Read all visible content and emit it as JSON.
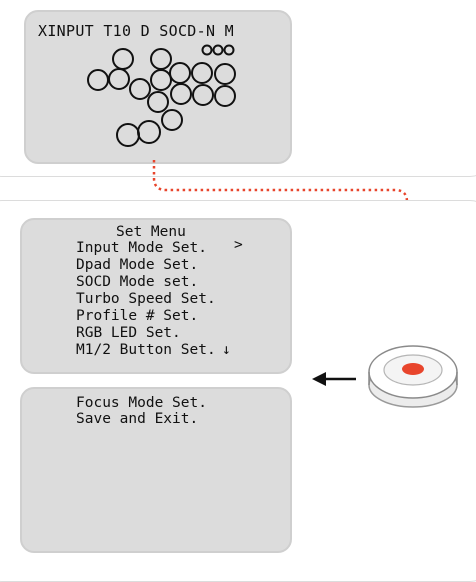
{
  "status_screen": {
    "status_line": "XINPUT T10 D SOCD-N M"
  },
  "menu_screen": {
    "title": "Set Menu",
    "items": [
      "Input Mode Set.",
      "Dpad Mode Set.",
      "SOCD Mode set.",
      "Turbo Speed Set.",
      "Profile # Set.",
      "RGB LED Set.",
      "M1/2 Button Set."
    ],
    "selection_cursor": ">",
    "scroll_indicator": "↓"
  },
  "menu_screen_page2": {
    "items": [
      "Focus Mode Set.",
      "Save and Exit."
    ]
  },
  "colors": {
    "screen_bg": "#dcdcdc",
    "dotted_arrow": "#e8452c",
    "encoder_button": "#e8452c",
    "outline": "#111111"
  },
  "icons": {
    "arrow": "left-arrow-icon",
    "encoder": "rotary-encoder-knob-icon",
    "button_layout": "button-layout-icon"
  }
}
